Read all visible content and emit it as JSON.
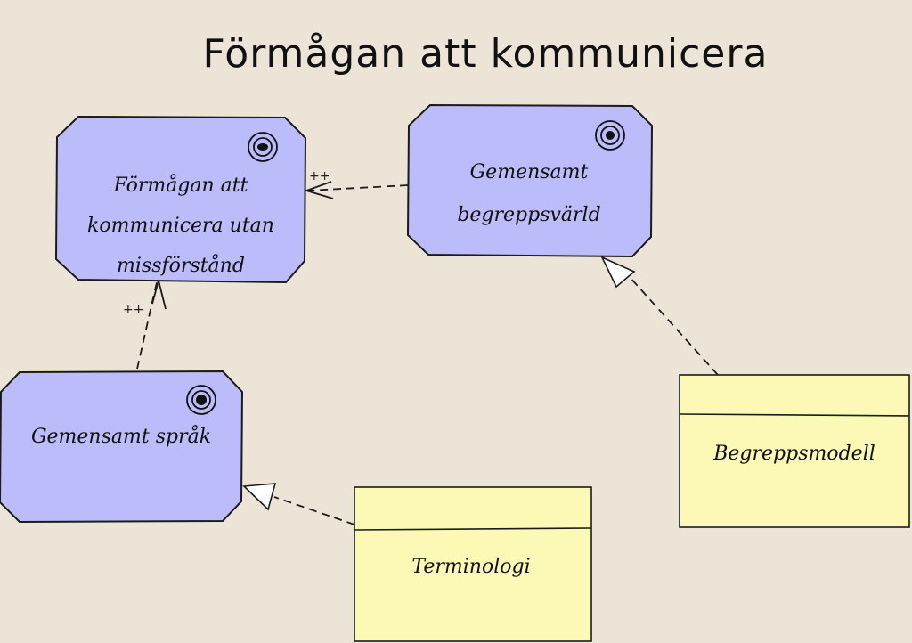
{
  "diagram": {
    "title": "Förmågan att kommunicera",
    "colors": {
      "background": "#ede4d8",
      "goal_fill": "#bcbcfb",
      "artifact_fill": "#fbf9b5"
    },
    "goals": [
      {
        "id": "formagan",
        "icon": "goal-target-icon",
        "lines": [
          "Förmågan att",
          "kommunicera utan",
          "missförstånd"
        ]
      },
      {
        "id": "begreppsvarld",
        "icon": "goal-target-icon",
        "lines": [
          "Gemensamt",
          "begreppsvärld"
        ]
      },
      {
        "id": "sprak",
        "icon": "goal-target-icon",
        "lines": [
          "Gemensamt språk"
        ]
      }
    ],
    "artifacts": [
      {
        "id": "begreppsmodell",
        "label": "Begreppsmodell"
      },
      {
        "id": "terminologi",
        "label": "Terminologi"
      }
    ],
    "relations": [
      {
        "from": "begreppsvarld",
        "to": "formagan",
        "type": "influence",
        "label": "++"
      },
      {
        "from": "sprak",
        "to": "formagan",
        "type": "influence",
        "label": "++"
      },
      {
        "from": "begreppsmodell",
        "to": "begreppsvarld",
        "type": "realization"
      },
      {
        "from": "terminologi",
        "to": "sprak",
        "type": "realization"
      }
    ]
  }
}
